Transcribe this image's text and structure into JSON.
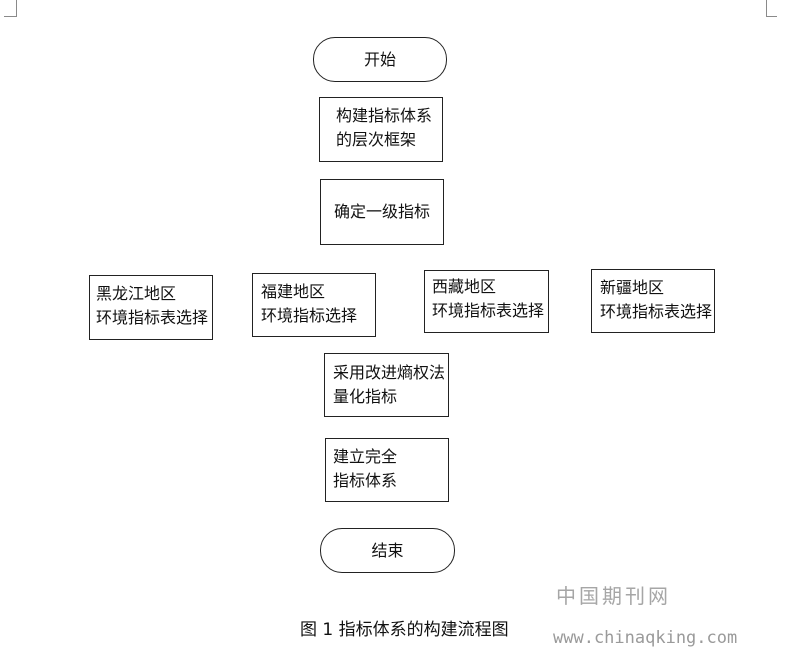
{
  "flowchart": {
    "start": "开始",
    "step1": [
      "构建指标体系",
      "的层次框架"
    ],
    "step2": "确定一级指标",
    "regions": [
      [
        "黑龙江地区",
        "环境指标表选择"
      ],
      [
        "福建地区",
        "环境指标选择"
      ],
      [
        "西藏地区",
        "环境指标表选择"
      ],
      [
        "新疆地区",
        "环境指标表选择"
      ]
    ],
    "step3": [
      "采用改进熵权法",
      "量化指标"
    ],
    "step4": [
      "建立完全",
      "指标体系"
    ],
    "end": "结束"
  },
  "caption": "图 1 指标体系的构建流程图",
  "watermark": {
    "name": "中国期刊网",
    "url": "www.chinaqking.com"
  }
}
